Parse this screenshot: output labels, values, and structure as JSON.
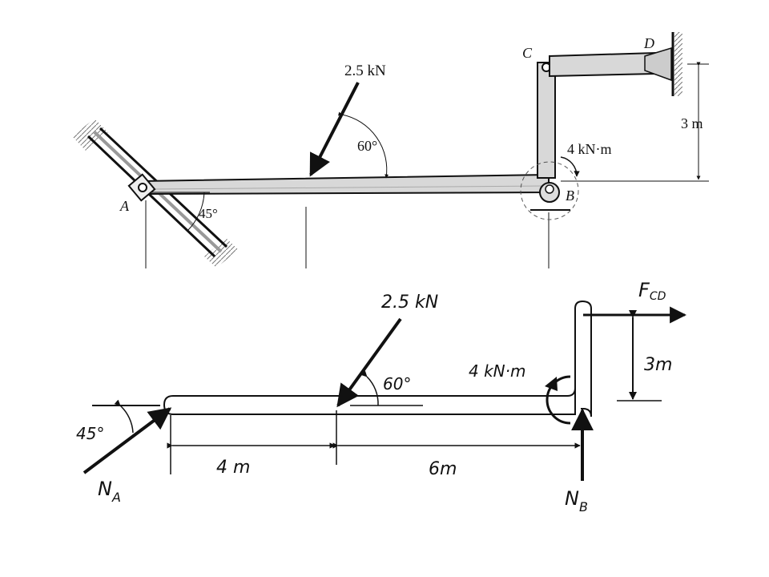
{
  "top": {
    "force_label": "2.5 kN",
    "angle_force": "60°",
    "moment_label": "4 kN·m",
    "angle_support": "45°",
    "dim_height": "3 m",
    "point_a": "A",
    "point_b": "B",
    "point_c": "C",
    "point_d": "D"
  },
  "bottom": {
    "force_label": "2.5 kN",
    "angle_force": "60°",
    "moment_label": "4 kN·m",
    "angle_support": "45°",
    "dim_left": "4 m",
    "dim_right": "6m",
    "dim_height": "3m",
    "f_cd": "F",
    "f_cd_sub": "CD",
    "n_a": "N",
    "n_a_sub": "A",
    "n_b": "N",
    "n_b_sub": "B"
  }
}
